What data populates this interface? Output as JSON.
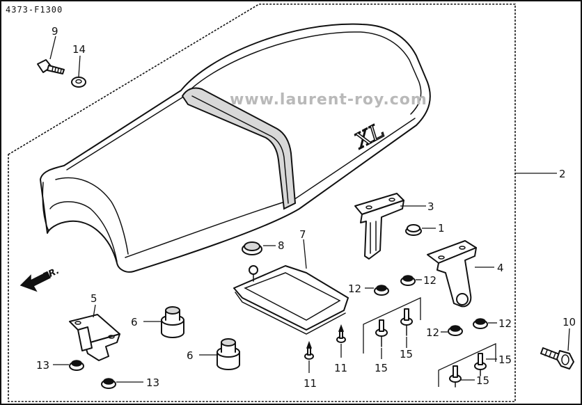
{
  "diagram_code": "4373-F1300",
  "watermark": "www.laurent-roy.com",
  "seat_emblem": "XL",
  "direction_label": "FR.",
  "callouts": {
    "c1": "1",
    "c2": "2",
    "c3": "3",
    "c4": "4",
    "c5": "5",
    "c6a": "6",
    "c6b": "6",
    "c7": "7",
    "c8": "8",
    "c9": "9",
    "c10": "10",
    "c11a": "11",
    "c11b": "11",
    "c12a": "12",
    "c12b": "12",
    "c12c": "12",
    "c12d": "12",
    "c13a": "13",
    "c13b": "13",
    "c14": "14",
    "c15a": "15",
    "c15b": "15",
    "c15c": "15",
    "c15d": "15"
  }
}
